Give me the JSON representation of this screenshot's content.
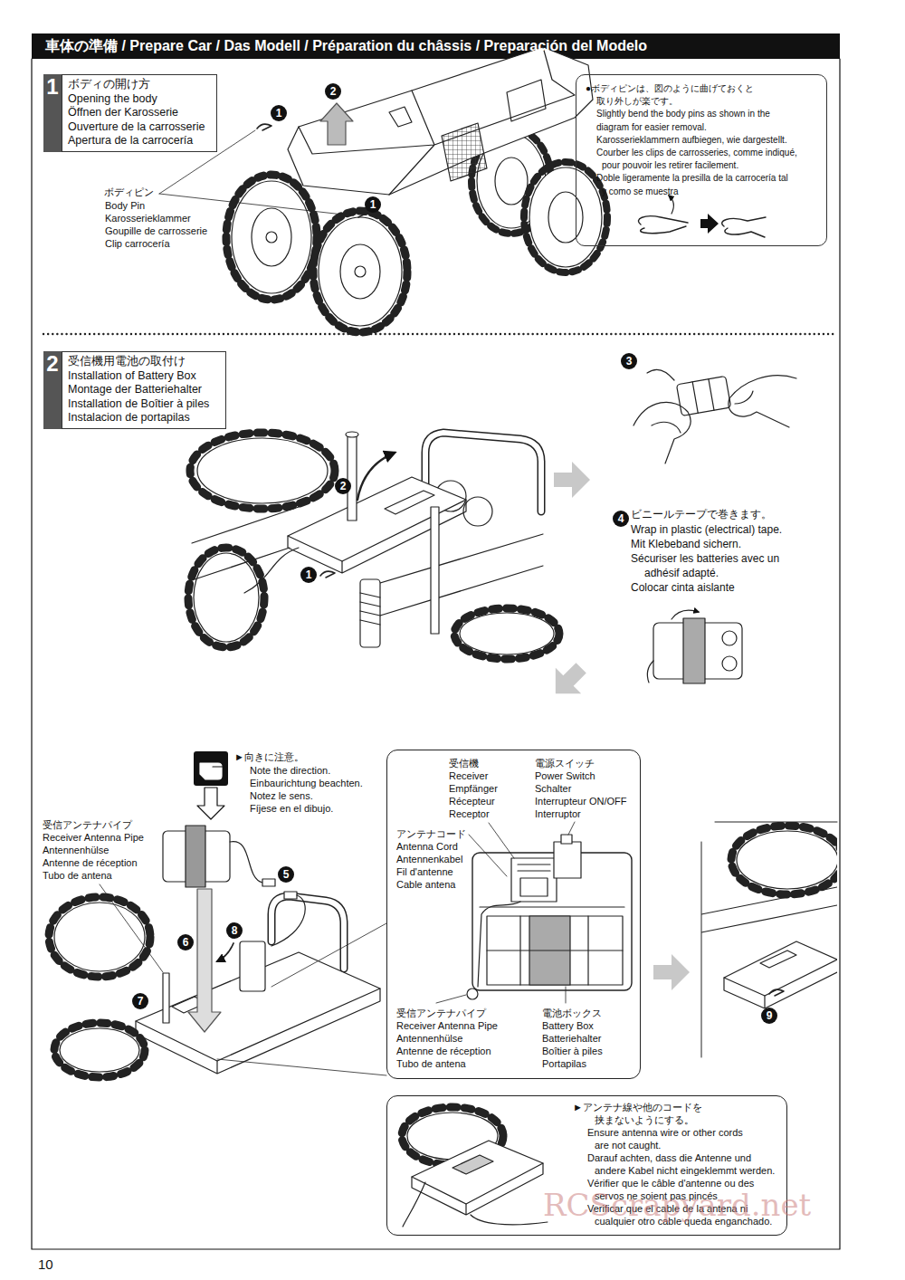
{
  "diagram": {
    "title": "車体の準備 / Prepare Car / Das Modell / Préparation du châssis / Preparación del Modelo",
    "nodes": [
      {
        "text": [
          "1",
          "ボディの開け方",
          "Opening the body",
          "Öffnen der Karosserie",
          "Ouverture de la carrosserie",
          "Apertura de la carrocería"
        ]
      },
      {
        "text": [
          "●ボディピンは、図のように曲げておくと",
          "取り外しが楽です。",
          "Slightly bend the body pins as shown in the",
          "diagram for easier removal.",
          "Karosserieklammern aufbiegen, wie dargestellt.",
          "Courber les clips de carrosseries, comme indiqué,",
          "pour pouvoir les retirer facilement.",
          "Doble ligeramente la presilla de la carrocería tal",
          "y como se muestra"
        ]
      },
      {
        "text": [
          "2",
          "受信機用電池の取付け",
          "Installation of Battery Box",
          "Montage der Batteriehalter",
          "Installation de Boîtier à piles",
          "Instalacion de portapilas"
        ]
      },
      {
        "text": [
          "受信機",
          "Receiver",
          "Empfänger",
          "Récepteur",
          "Receptor",
          "電源スイッチ",
          "Power Switch",
          "Schalter",
          "Interrupteur ON/OFF",
          "Interruptor",
          "アンテナコード",
          "Antenna Cord",
          "Antennenkabel",
          "Fil d'antenne",
          "Cable antena",
          "受信アンテナパイプ",
          "Receiver Antenna Pipe",
          "Antennenhülse",
          "Antenne de réception",
          "Tubo de antena",
          "電池ボックス",
          "Battery Box",
          "Batteriehalter",
          "Boîtier à piles",
          "Portapilas"
        ]
      },
      {
        "text": [
          "►アンテナ線や他のコードを",
          "挟まないようにする。",
          "Ensure antenna wire or other cords",
          "are not caught.",
          "Darauf achten, dass die Antenne und",
          "andere Kabel nicht eingeklemmt werden.",
          "Vérifier que le câble d'antenne ou des",
          "servos ne soient pas pincés",
          "Verificar que el cable de la antena ni",
          "cualquier otro cable queda enganchado."
        ]
      }
    ],
    "labels": [
      "1",
      "2",
      "1",
      "ボディピン",
      "Body Pin",
      "Karosserieklammer",
      "Goupille de carrosserie",
      "Clip carrocería",
      "2",
      "1",
      "3",
      "4",
      "ビニールテープで巻きます。",
      "Wrap in plastic (electrical) tape.",
      "Mit Klebeband sichern.",
      "Sécuriser les batteries avec un",
      "adhésif adapté.",
      "Colocar cinta aislante",
      "►向きに注意。",
      "Note the direction.",
      "Einbaurichtung beachten.",
      "Notez le sens.",
      "Fíjese en el dibujo.",
      "受信アンテナパイプ",
      "Receiver Antenna Pipe",
      "Antennenhülse",
      "Antenne de réception",
      "Tubo de antena",
      "5",
      "6",
      "8",
      "7",
      "9",
      "10",
      "RCScrapyard.net"
    ]
  }
}
